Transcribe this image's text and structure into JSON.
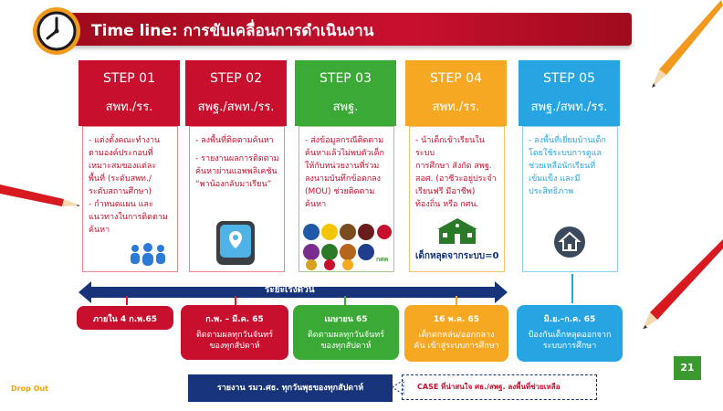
{
  "header": {
    "title": "Time line: การขับเคลื่อนการดำเนินงาน"
  },
  "colors": {
    "step1": "#c8102e",
    "step2": "#c8102e",
    "step3": "#3aa935",
    "step4": "#f7a823",
    "step5": "#27a5e3",
    "navy": "#17337a"
  },
  "steps": [
    {
      "num": "STEP 01",
      "org": "สพท./รร.",
      "lines": [
        "- แต่งตั้งคณะทำงาน",
        "ตามองค์ประกอบที่",
        "เหมาะสมของแต่ละ",
        "พื้นที่ (ระดับสพท./",
        "ระดับสถานศึกษา)",
        "- กำหนดแผน และ",
        "แนวทางในการติดตาม",
        "ค้นหา"
      ]
    },
    {
      "num": "STEP 02",
      "org": "สพฐ./สพท./รร.",
      "lines": [
        "- ลงพื้นที่ติดตามค้นหา",
        "- รายงานผลการติดตาม",
        "ค้นหาผ่านแอพพลิเคชัน",
        "“พาน้องกลับมาเรียน”"
      ]
    },
    {
      "num": "STEP 03",
      "org": "สพฐ.",
      "lines": [
        "- ส่งข้อมูลกรณีติดตาม",
        "ค้นหาแล้วไม่พบตัวเด็ก",
        "ให้กับหน่วยงานที่ร่วม",
        "ลงนามบันทึกข้อตกลง",
        "(MOU) ช่วยติดตามค้นหา"
      ]
    },
    {
      "num": "STEP 04",
      "org": "สพท./รร.",
      "lines": [
        "- นำเด็กเข้าเรียนในระบบ",
        "การศึกษา สังกัด สพฐ.",
        "สอศ. (อาชีวะอยู่ประจำ",
        "เรียนฟรี มีอาชีพ)",
        "ท้องถิ่น หรือ กศน."
      ],
      "note": "เด็กหลุดจากระบบ=0"
    },
    {
      "num": "STEP 05",
      "org": "สพฐ./สพท./รร.",
      "lines": [
        "- ลงพื้นที่เยี่ยมบ้านเด็ก",
        "โดยใช้ระบบการดูแล",
        "ช่วยเหลือนักเรียนที่",
        "เข้มแข็ง และมี",
        "ประสิทธิภาพ"
      ]
    }
  ],
  "timeline": {
    "label": "ระยะเร่งด่วน"
  },
  "dates": [
    {
      "title": "ภายใน 4 ก.พ.65",
      "sub": ""
    },
    {
      "title": "ก.พ. – มี.ค. 65",
      "sub": "ติดตามผลทุกวันจันทร์ ของทุกสัปดาห์"
    },
    {
      "title": "เมษายน 65",
      "sub": "ติดตามผลทุกวันจันทร์ ของทุกสัปดาห์"
    },
    {
      "title": "16 พ.ค. 65",
      "sub": "เด็กตกหล่น/ออกกลางคัน เข้าสู่ระบบการศึกษา"
    },
    {
      "title": "มิ.ย.–ก.ค. 65",
      "sub": "ป้องกันเด็กหลุดออกจาก ระบบการศึกษา"
    }
  ],
  "report": "รายงาน รมว.ศธ. ทุกวันพุธของทุกสัปดาห์",
  "case": "CASE ที่น่าสนใจ ศธ./สพฐ. ลงพื้นที่ช่วยเหลือ",
  "footer": {
    "dropout": "Drop Out",
    "page": "21"
  },
  "mou_logos": [
    "กศค"
  ]
}
